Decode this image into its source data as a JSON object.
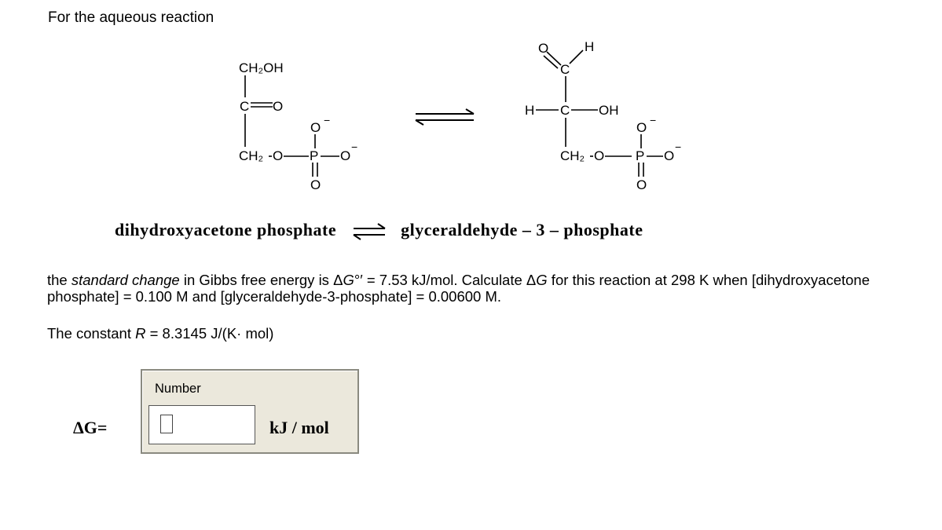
{
  "intro": "For the aqueous reaction",
  "left_structure": {
    "top_group": "CH₂OH",
    "carbonyl_c": "C",
    "carbonyl_o": "O",
    "bottom_group": "CH₂",
    "ester_o": "O",
    "phosphorus": "P",
    "p_o_top": "O",
    "p_o_right": "O",
    "p_o_bottom": "O",
    "charge": "−"
  },
  "right_structure": {
    "aldehyde_o": "O",
    "aldehyde_h": "H",
    "aldehyde_c": "C",
    "h_left": "H",
    "center_c": "C",
    "oh_right": "OH",
    "bottom_group": "CH₂",
    "ester_o": "O",
    "phosphorus": "P",
    "p_o_top": "O",
    "p_o_right": "O",
    "p_o_bottom": "O",
    "charge": "−"
  },
  "names": {
    "reactant": "dihydroxyacetone  phosphate",
    "product": "glyceraldehyde – 3 – phosphate"
  },
  "question": {
    "p1_a": "the ",
    "p1_italic": "standard change",
    "p1_b": " in Gibbs free energy is Δ",
    "p1_g": "G",
    "p1_c": "°′ = 7.53 kJ/mol. Calculate Δ",
    "p1_g2": "G",
    "p1_d": " for this reaction at 298 K when [dihydroxyacetone phosphate] = 0.100 M and [glyceraldehyde-3-phosphate] = 0.00600 M."
  },
  "constant": {
    "a": "The constant ",
    "r": "R",
    "b": " = 8.3145 J/(K· mol)"
  },
  "answer": {
    "label": "ΔG=",
    "caption": "Number",
    "value": "",
    "unit": "kJ / mol"
  }
}
